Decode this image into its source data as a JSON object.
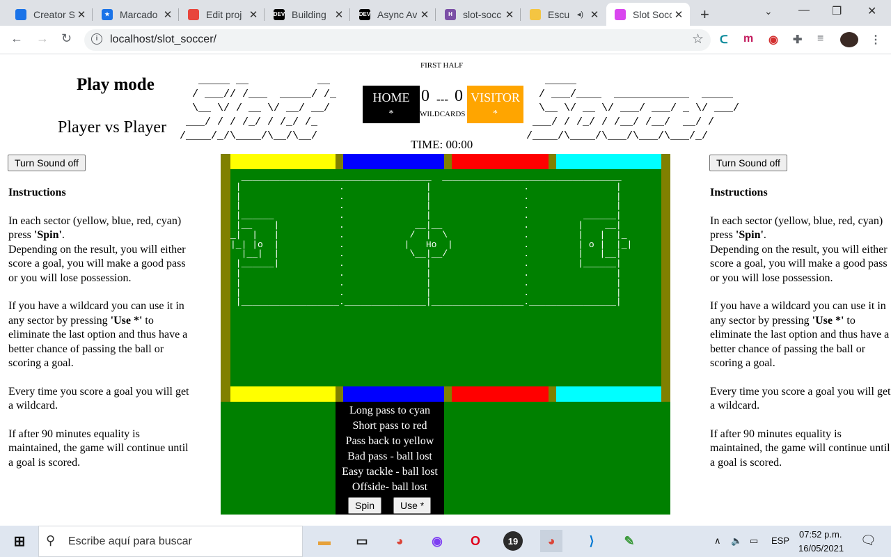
{
  "browser": {
    "tabs": [
      {
        "title": "Creator S",
        "icon_text": "",
        "icon_color": "#1a73e8"
      },
      {
        "title": "Marcado",
        "icon_text": "★",
        "icon_color": "#1a73e8"
      },
      {
        "title": "Edit proj",
        "icon_text": "",
        "icon_color": "#e8453c"
      },
      {
        "title": "Building",
        "icon_text": "DEV",
        "icon_color": "#000000"
      },
      {
        "title": "Async Av",
        "icon_text": "DEV",
        "icon_color": "#000000"
      },
      {
        "title": "slot-socc",
        "icon_text": "H",
        "icon_color": "#7b4fa6"
      },
      {
        "title": "Escu",
        "icon_text": "",
        "icon_color": "#f4c542"
      },
      {
        "title": "Slot Socc",
        "icon_text": "",
        "icon_color": "#d946ef"
      }
    ],
    "new_tab": "+",
    "window_controls": [
      "—",
      "❐",
      "✕"
    ],
    "url": "localhost/slot_soccer/",
    "ext_m": "m"
  },
  "game": {
    "left_ascii": "   _____ __           __\n  / ___// /___  _____/ /_\n  \\__ \\/ / __ \\/ __/ __/\n ___/ / / /_/ / /_/ /_\n/____/_/\\____/\\__/\\__/",
    "right_ascii": "   _____\n  / ___/____  ____________  _____\n  \\__ \\/ __ \\/ ___/ ___/ _ \\/ ___/\n ___/ / /_/ / /__/ /__/  __/ /\n/____/\\____/\\___/\\___/\\___/_/",
    "play_mode_title": "Play mode",
    "mode": "Player vs Player",
    "half_label": "FIRST HALF",
    "home_label": "HOME",
    "home_wildcards": "*",
    "home_score": "0",
    "score_sep": "---",
    "away_score": "0",
    "visitor_label": "VISITOR",
    "visitor_wildcards": "*",
    "wildcards_label": "WILDCARDS",
    "time_label": "TIME: 00:00",
    "sound_button": "Turn Sound off",
    "sectors": {
      "yellow": "#ffff00",
      "blue": "#0000ff",
      "red": "#ff0000",
      "cyan": "#00ffff"
    },
    "field_ascii": "  ___________________________________  _________________________________\n |                  .               |                 .                |\n |                  .               |                 .                |\n |                  .               |                 .                |\n |______            .               |                 .          ______|\n |__    |           .             __|__               .         |    __|\n_|  |   |           .            /  |  \\              .         |   |  |_\n|_| |o  |           .           |   Ho  |             .         | o |  |_|\n  |__|  |           .            \\__|__/              .         |   |__|\n |______|           .               |                 .         |______|\n |                  .               |                 .                |\n |                  .               |                 .                |\n |                  .               |                 .                |\n |__________________._______________|_________________.________________|",
    "board_lines": [
      "Long pass to cyan",
      "Short pass to red",
      "Pass back to yellow",
      "Bad pass - ball lost",
      "Easy tackle - ball lost",
      "Offside- ball lost"
    ],
    "spin_button": "Spin",
    "use_button": "Use *"
  },
  "instructions": {
    "heading": "Instructions",
    "p1_a": "In each sector (yellow, blue, red, cyan) press ",
    "p1_b": "'Spin'",
    "p1_c": ".",
    "p1_d": "Depending on the result, you will either score a goal, you will make a good pass or you will lose possession.",
    "p2_a": "If you have a wildcard you can use it in any sector by pressing ",
    "p2_b": "'Use *'",
    "p2_c": " to eliminate the last option and thus have a better chance of passing the ball or scoring a goal.",
    "p3": "Every time you score a goal you will get a wildcard.",
    "p4": "If after 90 minutes equality is maintained, the game will continue until a goal is scored."
  },
  "taskbar": {
    "search_placeholder": "Escribe aquí para buscar",
    "lang": "ESP",
    "time": "07:52 p.m.",
    "date": "16/05/2021",
    "badge": "19"
  }
}
